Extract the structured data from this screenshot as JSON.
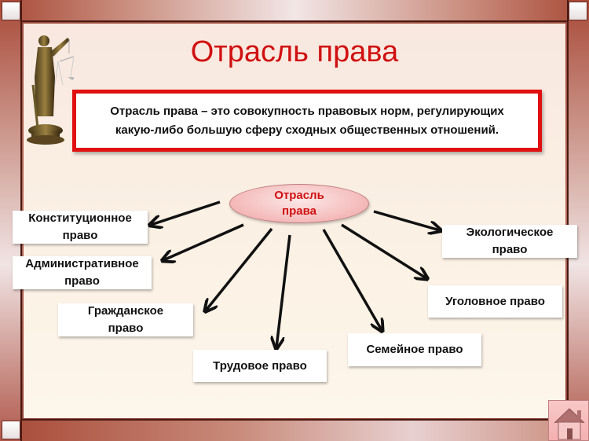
{
  "slide": {
    "title": "Отрасль права",
    "definition": {
      "line1": "Отрасль права – это совокупность правовых норм, регулирующих",
      "line2": "какую-либо большую сферу сходных общественных отношений."
    },
    "center_node": {
      "line1": "Отрасль",
      "line2": "права"
    },
    "branches": [
      {
        "line1": "Конституционное",
        "line2": "право"
      },
      {
        "line1": "Административное",
        "line2": "право"
      },
      {
        "line1": "Гражданское",
        "line2": "право"
      },
      {
        "line1": "Трудовое право",
        "line2": ""
      },
      {
        "line1": "Семейное право",
        "line2": ""
      },
      {
        "line1": "Уголовное право",
        "line2": ""
      },
      {
        "line1": "Экологическое",
        "line2": "право"
      }
    ],
    "colors": {
      "title": "#d01010",
      "definition_border": "#e01010",
      "ellipse_fill": "#f4b8b8",
      "frame": "#a84a38"
    },
    "nav": {
      "home_icon": "home-icon"
    }
  }
}
